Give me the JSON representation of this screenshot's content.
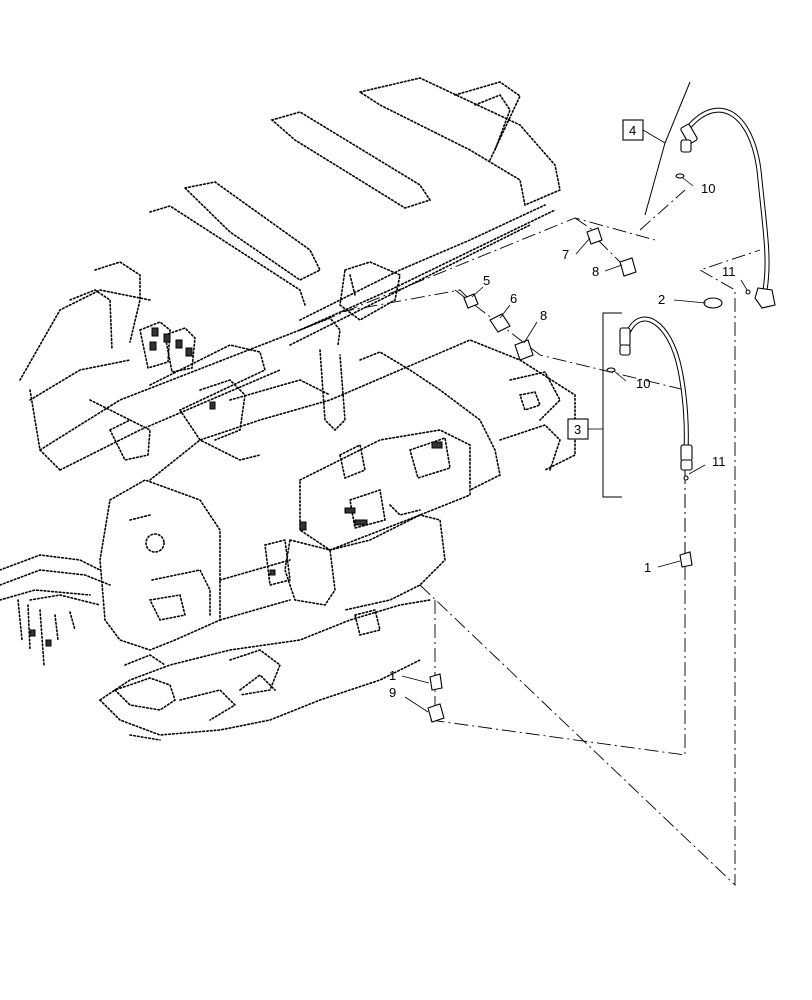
{
  "callouts": {
    "c1a": "1",
    "c1b": "1",
    "c2": "2",
    "c3": "3",
    "c4": "4",
    "c5": "5",
    "c6": "6",
    "c7": "7",
    "c8a": "8",
    "c8b": "8",
    "c9": "9",
    "c10a": "10",
    "c10b": "10",
    "c11a": "11",
    "c11b": "11"
  }
}
